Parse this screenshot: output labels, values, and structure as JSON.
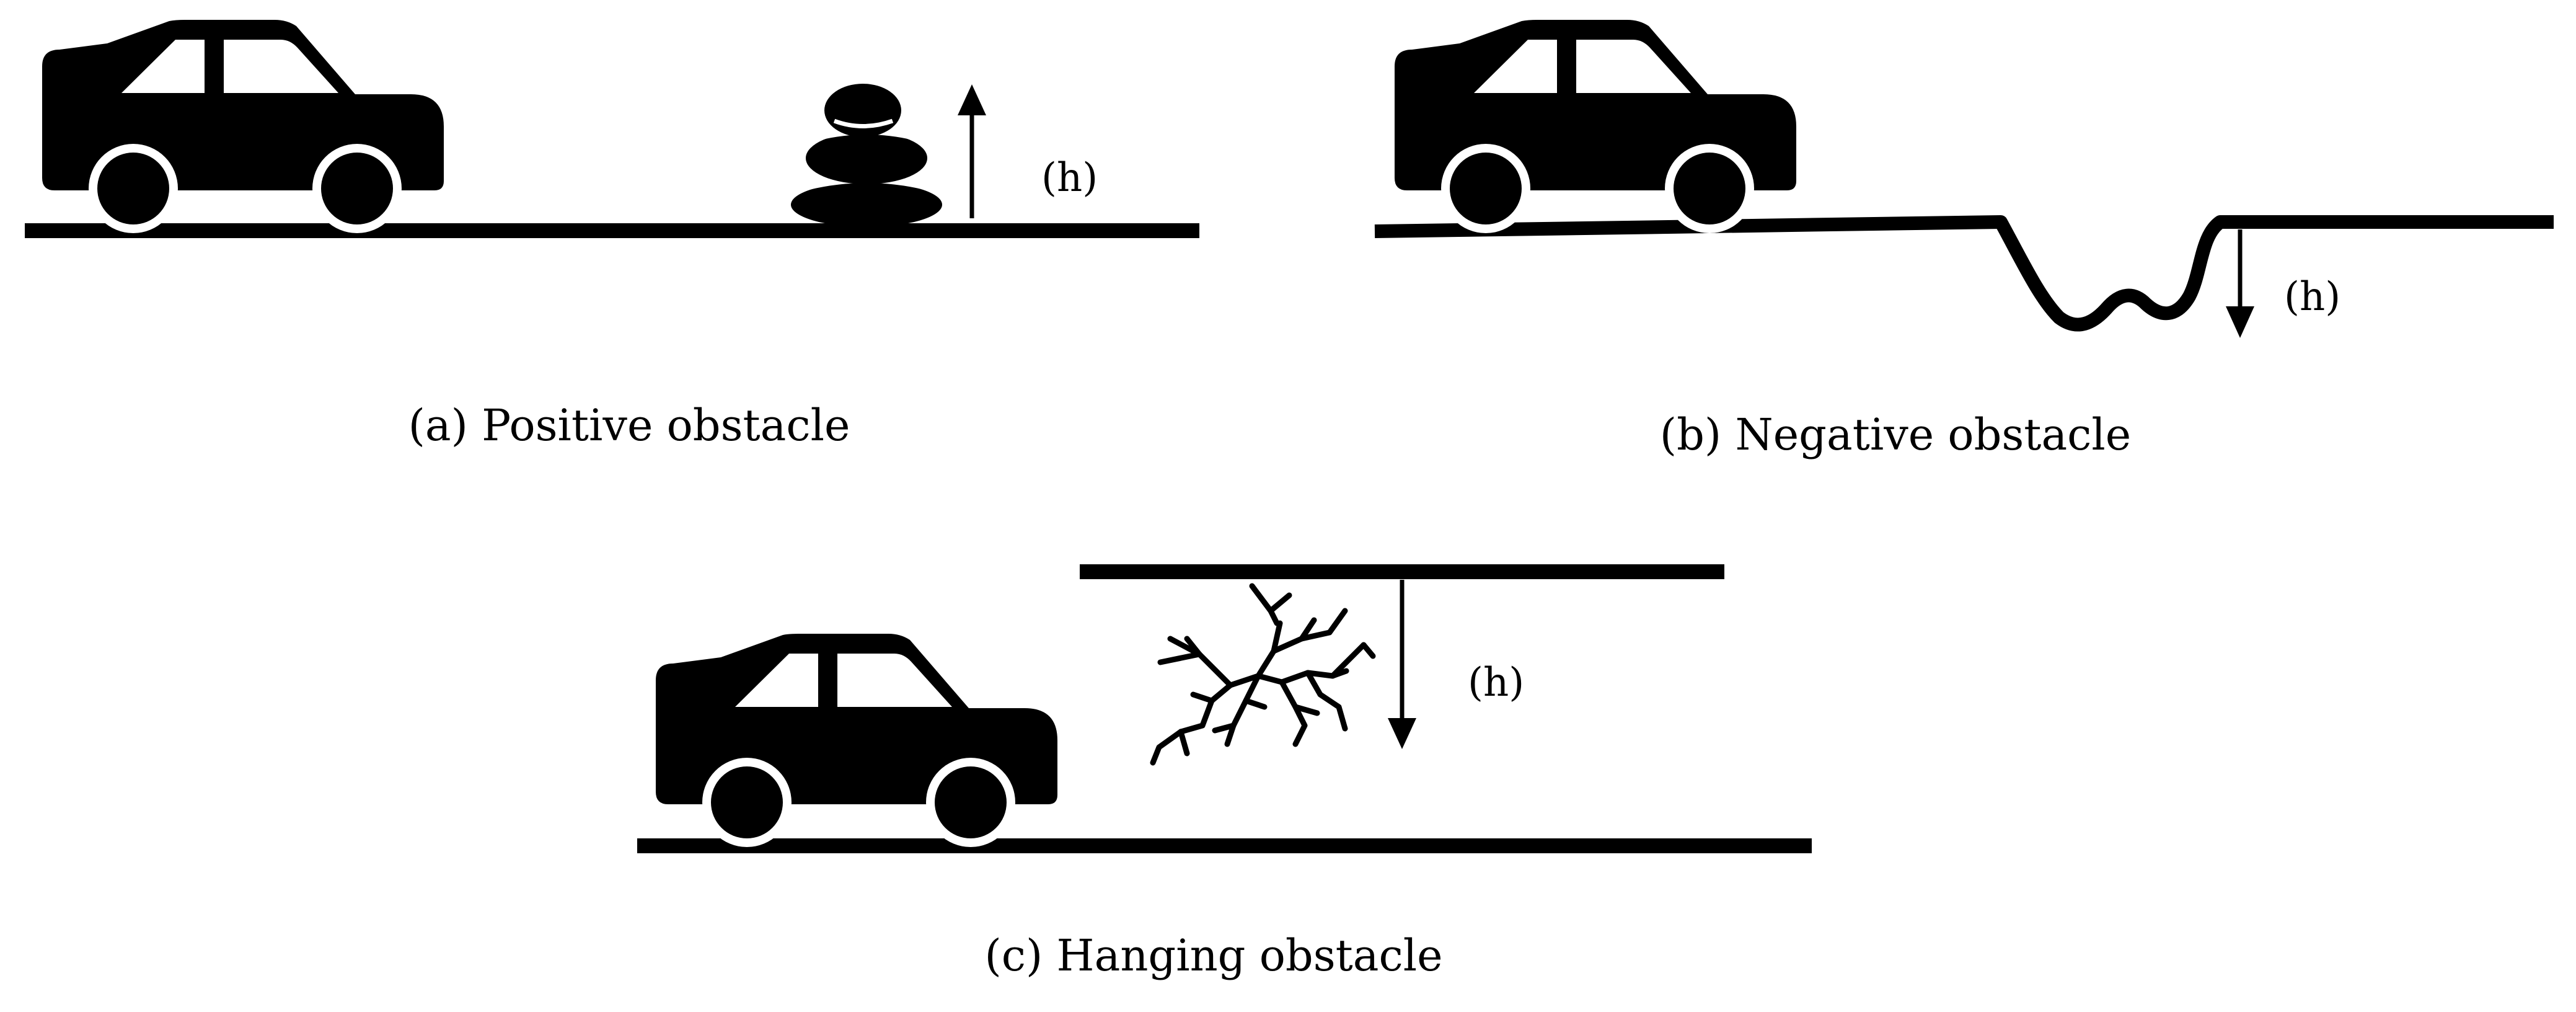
{
  "colors": {
    "ink": "#000000",
    "background": "#ffffff"
  },
  "icons": [
    "car-icon",
    "stacked-stones-icon",
    "pothole-icon",
    "crack-icon",
    "arrow-up-icon",
    "arrow-down-icon"
  ],
  "panels": {
    "a": {
      "caption": "(a) Positive obstacle",
      "height_label": "(h)"
    },
    "b": {
      "caption": "(b) Negative obstacle",
      "height_label": "(h)"
    },
    "c": {
      "caption": "(c) Hanging obstacle",
      "height_label": "(h)"
    }
  }
}
